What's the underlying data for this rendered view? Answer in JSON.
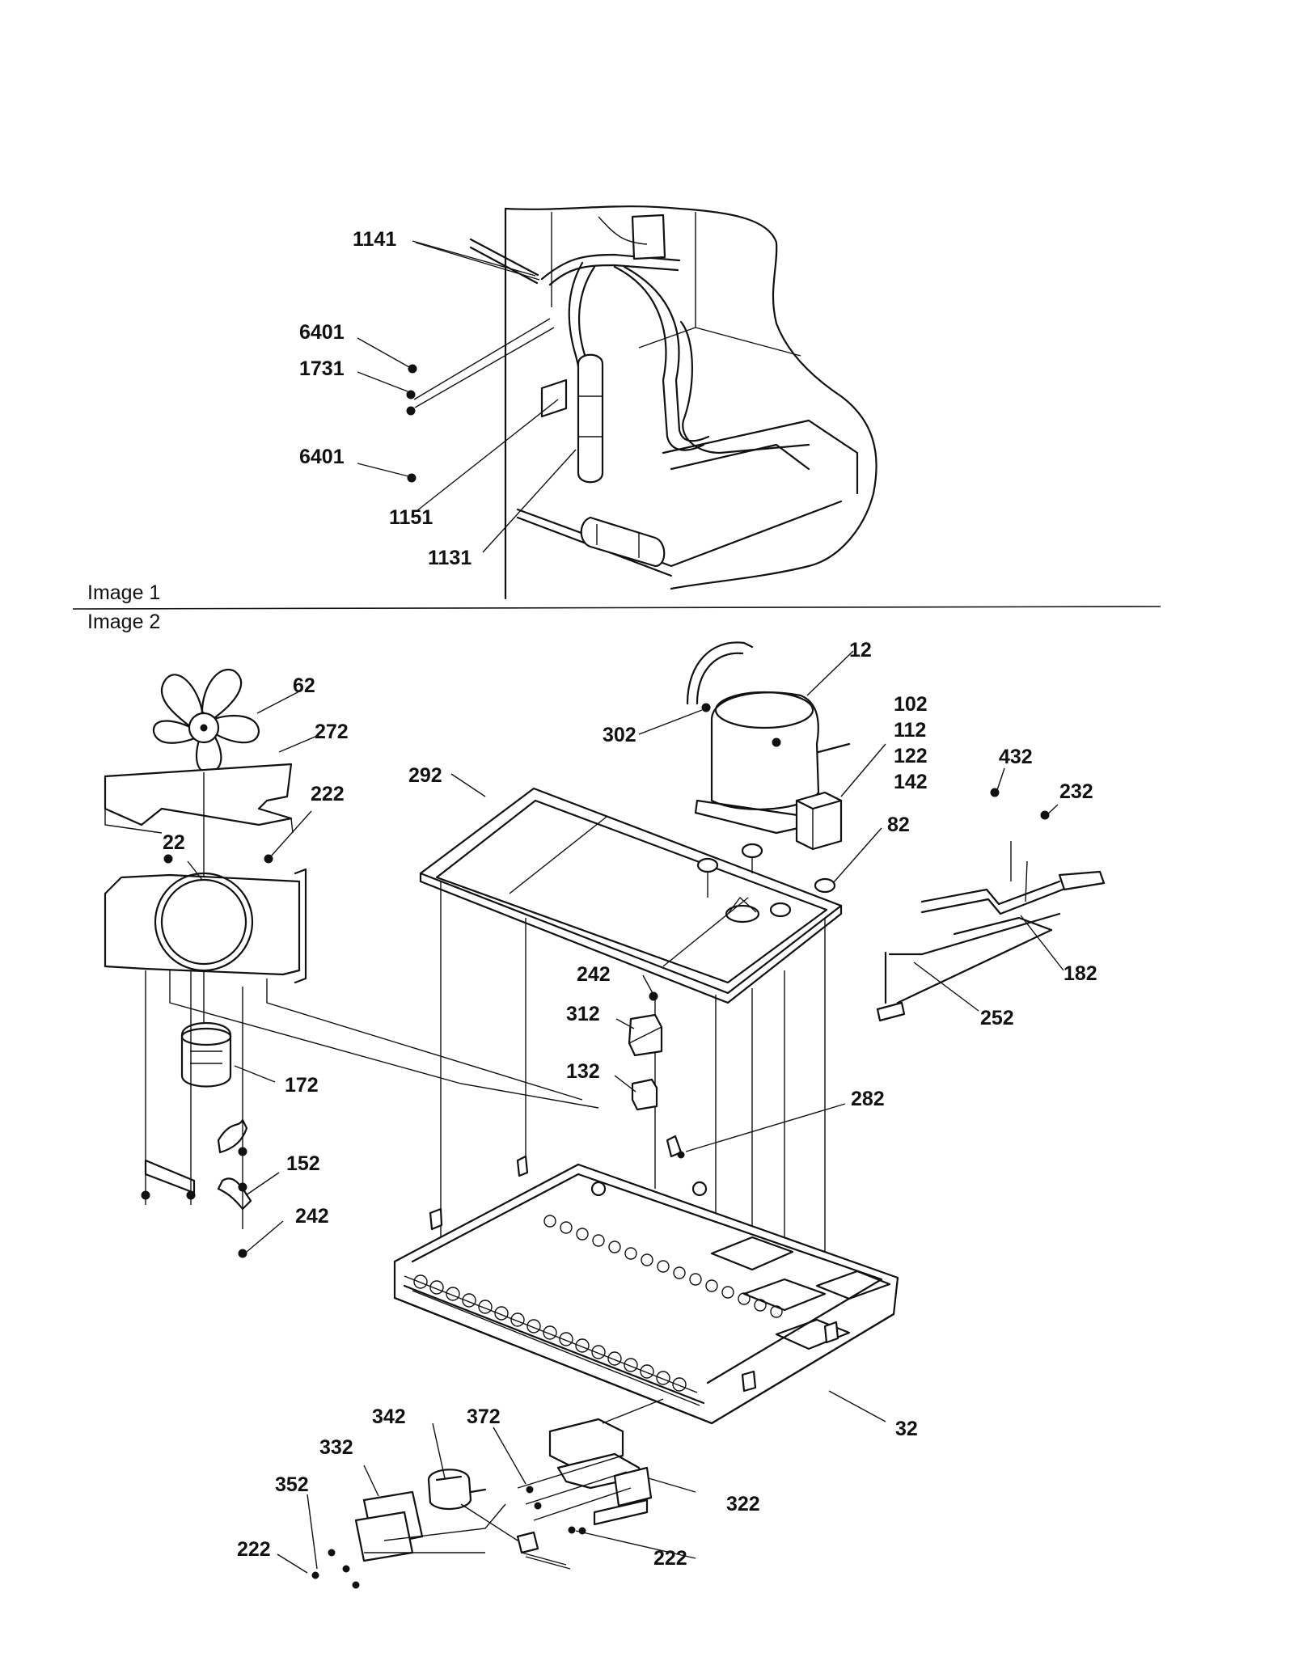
{
  "sections": {
    "image1": "Image 1",
    "image2": "Image 2"
  },
  "image1_labels": {
    "p1141": "1141",
    "p6401a": "6401",
    "p1731": "1731",
    "p6401b": "6401",
    "p1151": "1151",
    "p1131": "1131"
  },
  "image2_labels": {
    "p62": "62",
    "p272": "272",
    "p222a": "222",
    "p22": "22",
    "p172": "172",
    "p152": "152",
    "p242a": "242",
    "p292": "292",
    "p302": "302",
    "p12": "12",
    "p102": "102",
    "p112": "112",
    "p122": "122",
    "p142": "142",
    "p82": "82",
    "p432": "432",
    "p232": "232",
    "p182": "182",
    "p252": "252",
    "p242b": "242",
    "p312": "312",
    "p132": "132",
    "p282": "282",
    "p32": "32",
    "p342": "342",
    "p372": "372",
    "p332": "332",
    "p352": "352",
    "p322": "322",
    "p222b": "222",
    "p222c": "222"
  }
}
